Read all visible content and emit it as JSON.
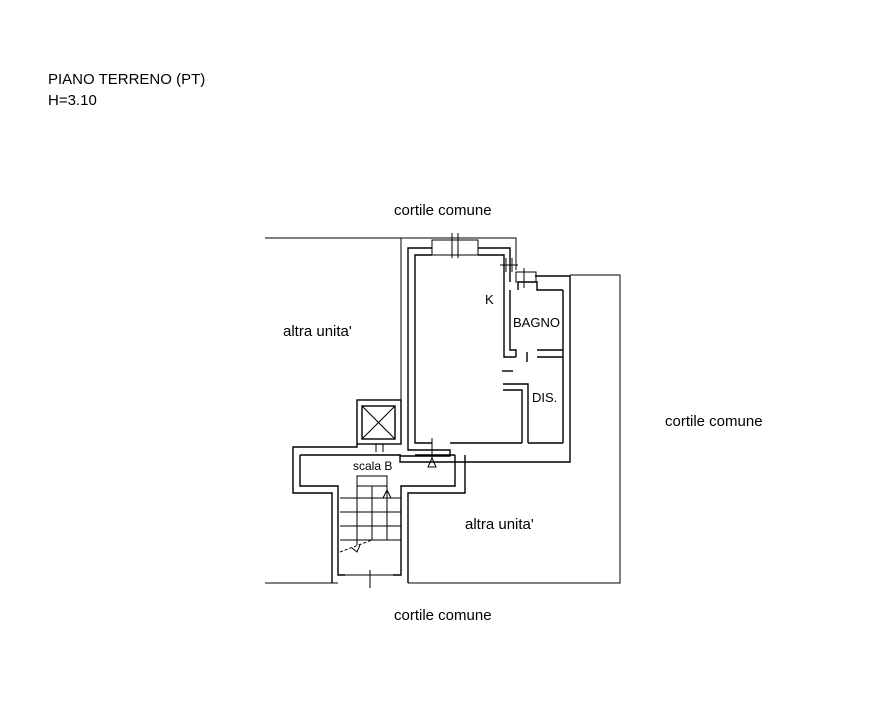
{
  "header": {
    "floor": "PIANO TERRENO (PT)",
    "height": "H=3.10"
  },
  "labels": {
    "courtyard_top": "cortile comune",
    "courtyard_right": "cortile comune",
    "courtyard_bottom": "cortile comune",
    "other_unit_left": "altra unita'",
    "other_unit_bottom": "altra unita'"
  },
  "rooms": {
    "kitchen": "K",
    "bathroom": "BAGNO",
    "hallway": "DIS.",
    "stair": "scala B"
  }
}
